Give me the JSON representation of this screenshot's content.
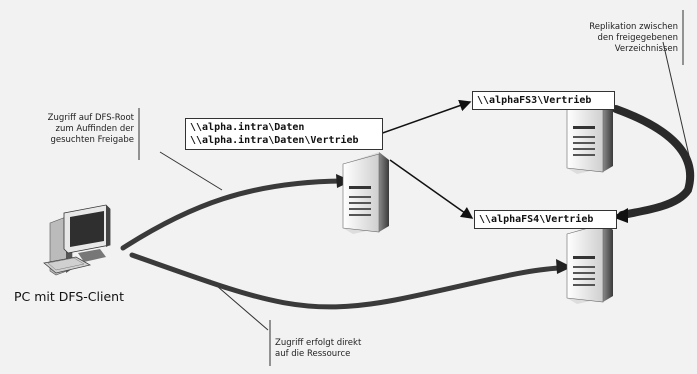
{
  "annotations": {
    "dfs_root_access": [
      "Zugriff auf DFS-Root",
      "zum Auffinden der",
      "gesuchten Freigabe"
    ],
    "replication": [
      "Replikation zwischen",
      "den freigegebenen",
      "Verzeichnissen"
    ],
    "direct_access": [
      "Zugriff erfolgt direkt",
      "auf die Ressource"
    ]
  },
  "boxes": {
    "dfs_root_line1": "\\\\alpha.intra\\Daten",
    "dfs_root_line2": "\\\\alpha.intra\\Daten\\Vertrieb",
    "fs3": "\\\\alphaFS3\\Vertrieb",
    "fs4": "\\\\alphaFS4\\Vertrieb"
  },
  "client": {
    "label": "PC mit DFS-Client"
  },
  "icons": [
    "desktop-pc-icon",
    "server-icon",
    "server-icon",
    "server-icon"
  ]
}
